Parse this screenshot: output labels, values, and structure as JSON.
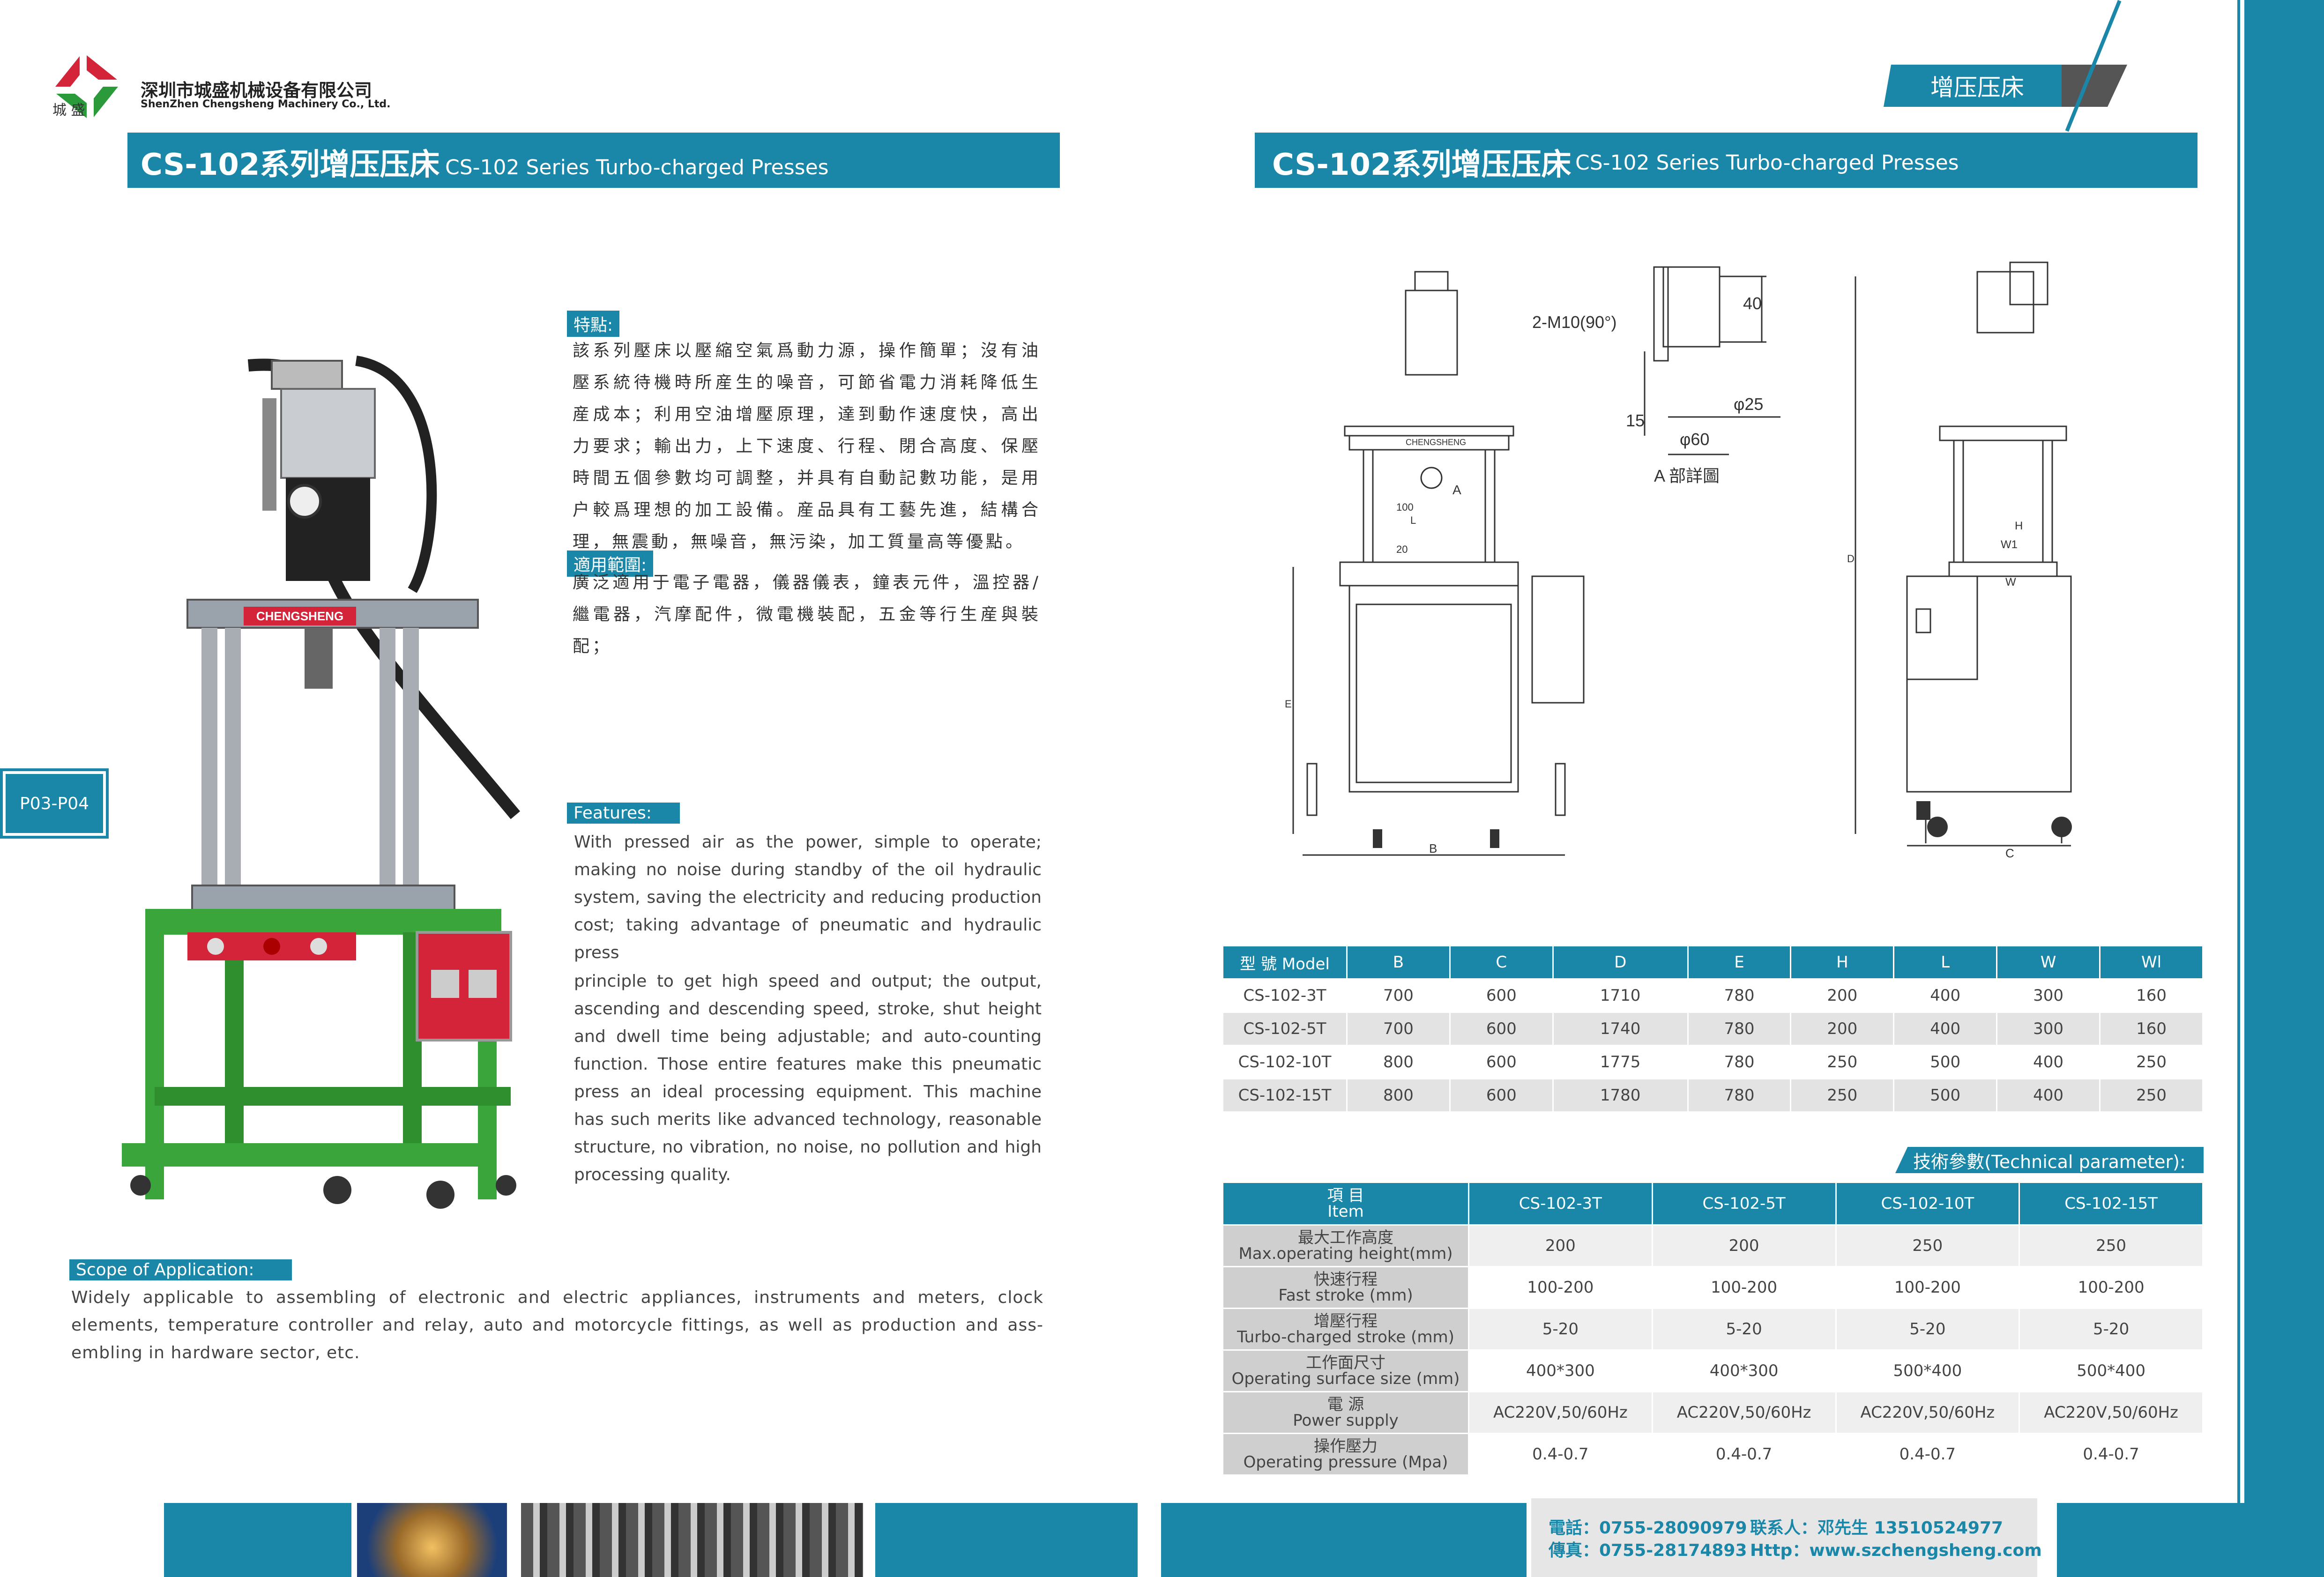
{
  "company": {
    "name_cn": "深圳市城盛机械设备有限公司",
    "name_en": "ShenZhen Chengsheng Machinery Co., Ltd.",
    "logo_chars": "城 盛"
  },
  "section_tab": "增压压床",
  "left_header": {
    "title_cn": "CS-102系列增压压床",
    "title_en": "CS-102 Series Turbo-charged Presses"
  },
  "right_header": {
    "title_cn": "CS-102系列增压压床",
    "title_en": "CS-102 Series Turbo-charged Presses"
  },
  "page_tab": "P03-P04",
  "features_cn": {
    "tag": "特點:",
    "text": "該系列壓床以壓縮空氣爲動力源，操作簡單；沒有油壓系統待機時所産生的噪音，可節省電力消耗降低生産成本；利用空油增壓原理，達到動作速度快，高出力要求；輸出力，上下速度、行程、閉合高度、保壓時間五個參數均可調整，并具有自動記數功能，是用户較爲理想的加工設備。産品具有工藝先進，結構合理，無震動，無噪音，無污染，加工質量高等優點。"
  },
  "scope_cn": {
    "tag": "適用範圍:",
    "text": "廣泛適用于電子電器，儀器儀表，鐘表元件，溫控器/繼電器，汽摩配件，微電機裝配，五金等行生産與裝配；"
  },
  "features_en": {
    "tag": "Features:",
    "p1": "With pressed air as the power, simple to operate; making no noise during standby of the oil hydraulic system, saving the electricity and reducing production cost; taking advantage of pneumatic and hydraulic press",
    "p2": "principle to get high speed and output; the output, ascending and descending speed, stroke, shut height and dwell time being adjustable; and auto-counting function. Those entire features make this pneumatic press an ideal processing equipment. This machine has such merits like advanced technology, reasonable structure, no vibration, no noise, no pollution and high processing quality."
  },
  "scope_en": {
    "tag": "Scope of Application:",
    "text": "Widely applicable to assembling of electronic and electric appliances, instruments and meters, clock elements, temperature controller and relay, auto and motorcycle fittings, as well as production and ass-embling in hardware sector, etc."
  },
  "machine_brand": "CHENGSHENG",
  "drawing_labels": {
    "m10": "2-M10(90°)",
    "d40": "40",
    "d25": "φ25",
    "d15": "15",
    "d60": "φ60",
    "detail": "A 部詳圖",
    "A": "A",
    "B": "B",
    "C": "C",
    "D": "D",
    "E": "E",
    "H": "H",
    "L": "L",
    "W": "W",
    "W1": "W1",
    "d100": "100",
    "d20": "20"
  },
  "dimension_table": {
    "headers": [
      "型 號 Model",
      "B",
      "C",
      "D",
      "E",
      "H",
      "L",
      "W",
      "Wl"
    ],
    "rows": [
      [
        "CS-102-3T",
        "700",
        "600",
        "1710",
        "780",
        "200",
        "400",
        "300",
        "160"
      ],
      [
        "CS-102-5T",
        "700",
        "600",
        "1740",
        "780",
        "200",
        "400",
        "300",
        "160"
      ],
      [
        "CS-102-10T",
        "800",
        "600",
        "1775",
        "780",
        "250",
        "500",
        "400",
        "250"
      ],
      [
        "CS-102-15T",
        "800",
        "600",
        "1780",
        "780",
        "250",
        "500",
        "400",
        "250"
      ]
    ]
  },
  "tech_heading": "技術參數(Technical parameter):",
  "tech_table": {
    "item_cn": "項 目",
    "item_en": "Item",
    "models": [
      "CS-102-3T",
      "CS-102-5T",
      "CS-102-10T",
      "CS-102-15T"
    ],
    "rows": [
      {
        "cn": "最大工作高度",
        "en": "Max.operating height(mm)",
        "values": [
          "200",
          "200",
          "250",
          "250"
        ]
      },
      {
        "cn": "快速行程",
        "en": "Fast stroke (mm)",
        "values": [
          "100-200",
          "100-200",
          "100-200",
          "100-200"
        ]
      },
      {
        "cn": "增壓行程",
        "en": "Turbo-charged stroke (mm)",
        "values": [
          "5-20",
          "5-20",
          "5-20",
          "5-20"
        ]
      },
      {
        "cn": "工作面尺寸",
        "en": "Operating surface size (mm)",
        "values": [
          "400*300",
          "400*300",
          "500*400",
          "500*400"
        ]
      },
      {
        "cn": "電 源",
        "en": "Power supply",
        "values": [
          "AC220V,50/60Hz",
          "AC220V,50/60Hz",
          "AC220V,50/60Hz",
          "AC220V,50/60Hz"
        ]
      },
      {
        "cn": "操作壓力",
        "en": "Operating pressure (Mpa)",
        "values": [
          "0.4-0.7",
          "0.4-0.7",
          "0.4-0.7",
          "0.4-0.7"
        ]
      }
    ]
  },
  "contact": {
    "tel": "電話：0755-28090979",
    "contact": "联系人：邓先生 13510524977",
    "fax": "傳真：0755-28174893",
    "http": "Http：www.szchengsheng.com"
  },
  "colors": {
    "accent": "#1b87a8",
    "machine_green": "#3aa53a",
    "panel_red": "#d4243a"
  }
}
